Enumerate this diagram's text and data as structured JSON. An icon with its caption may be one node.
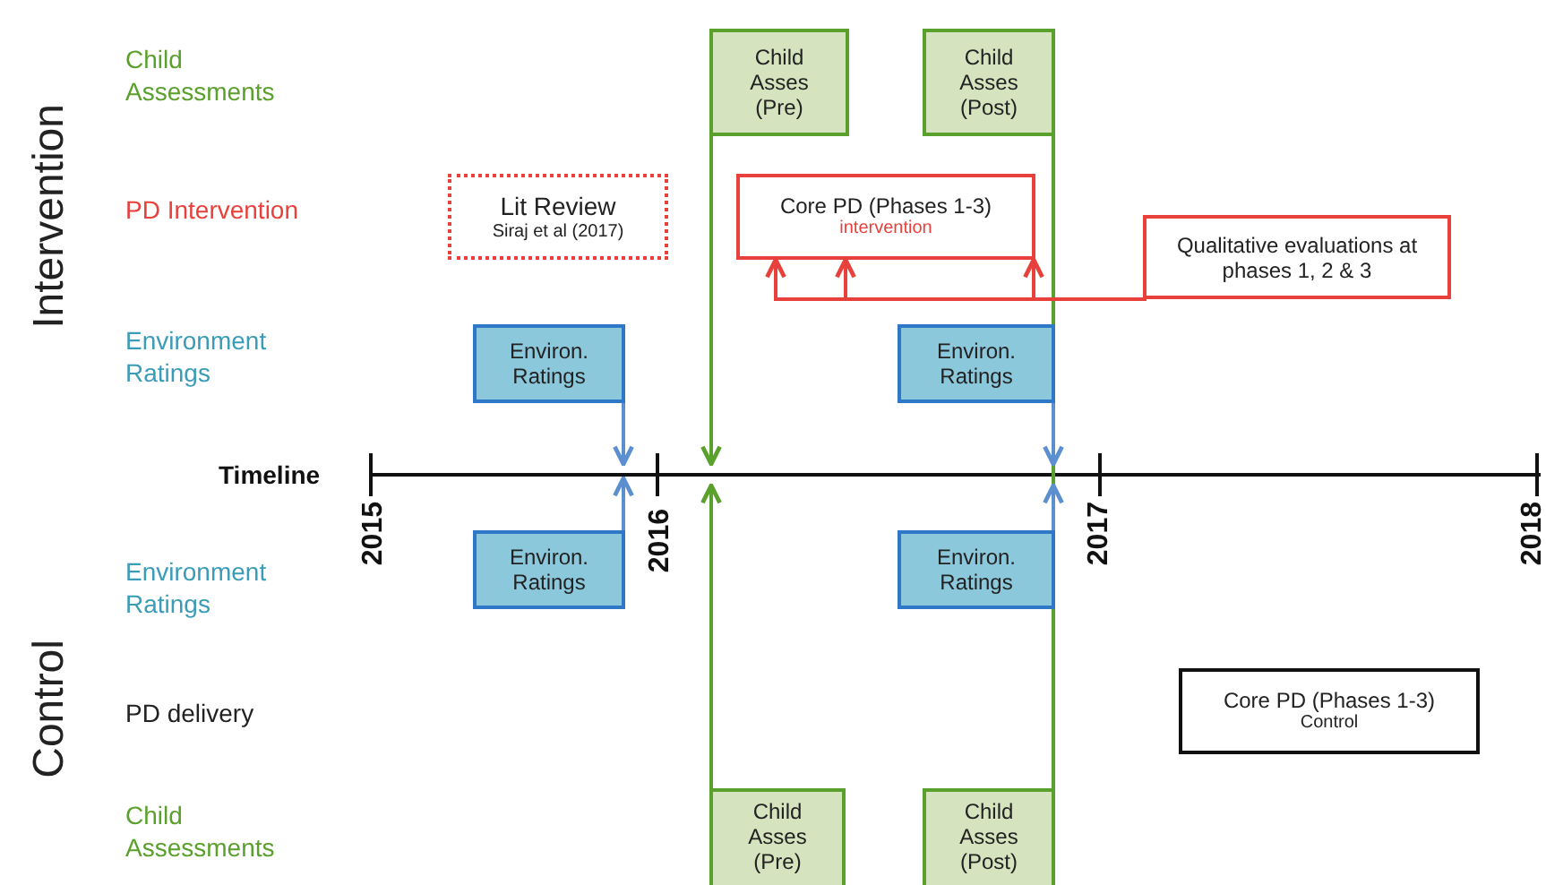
{
  "diagram": {
    "nodes": [
      {
        "text": [
          "Child Asses (Pre)"
        ]
      },
      {
        "text": [
          "Child Asses (Post)"
        ]
      },
      {
        "text": [
          "Lit Review",
          "Siraj et al (2017)"
        ]
      },
      {
        "text": [
          "Core PD (Phases 1-3)",
          "intervention"
        ]
      },
      {
        "text": [
          "Qualitative evaluations at phases 1, 2 & 3"
        ]
      },
      {
        "text": [
          "Environ. Ratings"
        ]
      },
      {
        "text": [
          "Environ. Ratings"
        ]
      },
      {
        "text": [
          "Environ. Ratings"
        ]
      },
      {
        "text": [
          "Environ. Ratings"
        ]
      },
      {
        "text": [
          "Core PD (Phases 1-3)",
          "Control"
        ]
      },
      {
        "text": [
          "Child Asses (Pre)"
        ]
      },
      {
        "text": [
          "Child Asses (Post)"
        ]
      }
    ],
    "edges": [
      {
        "from": 0,
        "to": null,
        "arrow": "to",
        "color": "#5aa02c"
      },
      {
        "from": 1,
        "to": null,
        "arrow": "none",
        "color": "#5aa02c"
      },
      {
        "from": 4,
        "to": 3,
        "arrow": "to",
        "color": "#e8413c"
      },
      {
        "from": 4,
        "to": 3,
        "arrow": "to",
        "color": "#e8413c"
      },
      {
        "from": 4,
        "to": 3,
        "arrow": "to",
        "color": "#e8413c"
      },
      {
        "from": 5,
        "to": null,
        "arrow": "to",
        "color": "#5b8fd0"
      },
      {
        "from": 6,
        "to": null,
        "arrow": "to",
        "color": "#5b8fd0"
      },
      {
        "from": 7,
        "to": null,
        "arrow": "to",
        "color": "#5b8fd0"
      },
      {
        "from": 8,
        "to": null,
        "arrow": "to",
        "color": "#5b8fd0"
      },
      {
        "from": 10,
        "to": null,
        "arrow": "to",
        "color": "#5aa02c"
      },
      {
        "from": 11,
        "to": null,
        "arrow": "none",
        "color": "#5aa02c"
      }
    ],
    "labels": [
      "Child Assessments",
      "Intervention",
      "PD Intervention",
      "Environment Ratings",
      "Timeline",
      "2015",
      "2016",
      "2017",
      "2018",
      "Environment Ratings",
      "Control",
      "PD delivery",
      "Child Assessments"
    ]
  }
}
